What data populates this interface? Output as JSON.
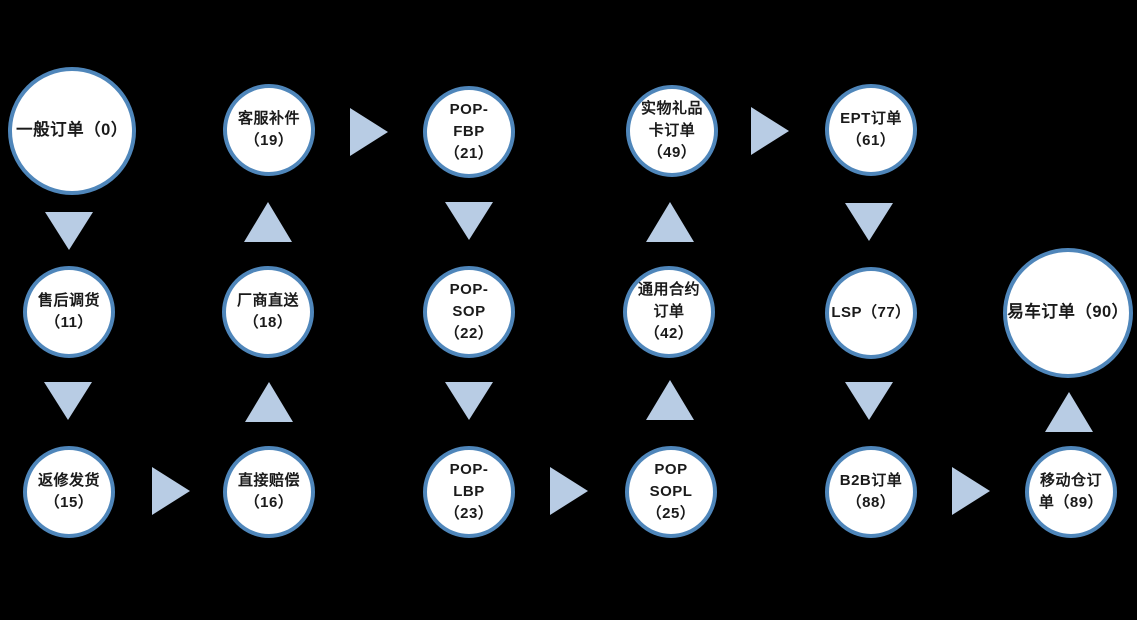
{
  "colors": {
    "background": "#000000",
    "circle_fill": "#ffffff",
    "circle_border": "#4f86ba",
    "arrow_fill": "#b8cce4",
    "text": "#1a1a1a"
  },
  "nodes": [
    {
      "code": 0,
      "label": "一般订单（0）"
    },
    {
      "code": 19,
      "label": "客服补件\n（19）"
    },
    {
      "code": 21,
      "label": "POP-\nFBP\n（21）"
    },
    {
      "code": 49,
      "label": "实物礼品\n卡订单\n（49）"
    },
    {
      "code": 61,
      "label": "EPT订单\n（61）"
    },
    {
      "code": 11,
      "label": "售后调货\n（11）"
    },
    {
      "code": 18,
      "label": "厂商直送\n（18）"
    },
    {
      "code": 22,
      "label": "POP-\nSOP\n（22）"
    },
    {
      "code": 42,
      "label": "通用合约\n订单\n（42）"
    },
    {
      "code": 77,
      "label": "LSP（77）"
    },
    {
      "code": 90,
      "label": "易车订单（90）"
    },
    {
      "code": 15,
      "label": "返修发货\n（15）"
    },
    {
      "code": 16,
      "label": "直接赔偿\n（16）"
    },
    {
      "code": 23,
      "label": "POP-\nLBP\n（23）"
    },
    {
      "code": 25,
      "label": "POP\nSOPL\n（25）"
    },
    {
      "code": 88,
      "label": "B2B订单\n（88）"
    },
    {
      "code": 89,
      "label": "移动仓订\n单（89）"
    }
  ],
  "arrows": [
    {
      "direction": "down",
      "from": 0,
      "to": 11
    },
    {
      "direction": "up",
      "from": 18,
      "to": 19
    },
    {
      "direction": "right",
      "from": 19,
      "to": 21
    },
    {
      "direction": "down",
      "from": 21,
      "to": 22
    },
    {
      "direction": "up",
      "from": 42,
      "to": 49
    },
    {
      "direction": "right",
      "from": 49,
      "to": 61
    },
    {
      "direction": "down",
      "from": 61,
      "to": 77
    },
    {
      "direction": "down",
      "from": 11,
      "to": 15
    },
    {
      "direction": "up",
      "from": 16,
      "to": 18
    },
    {
      "direction": "down",
      "from": 22,
      "to": 23
    },
    {
      "direction": "up",
      "from": 25,
      "to": 42
    },
    {
      "direction": "down",
      "from": 77,
      "to": 88
    },
    {
      "direction": "up",
      "from": 89,
      "to": 90
    },
    {
      "direction": "right",
      "from": 15,
      "to": 16
    },
    {
      "direction": "right",
      "from": 23,
      "to": 25
    },
    {
      "direction": "right",
      "from": 88,
      "to": 89
    }
  ],
  "flow_sequence": [
    0,
    11,
    15,
    16,
    18,
    19,
    21,
    22,
    23,
    25,
    42,
    49,
    61,
    77,
    88,
    89,
    90
  ]
}
